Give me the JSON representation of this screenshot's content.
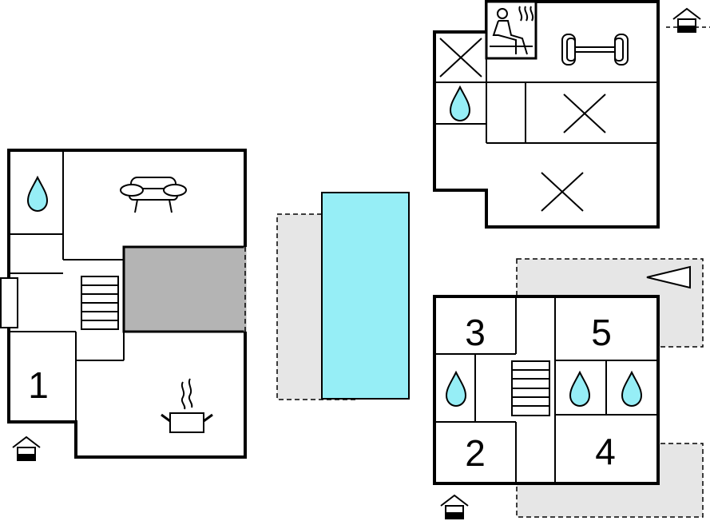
{
  "floor_plan": {
    "room_labels": {
      "room_1": "1",
      "room_2": "2",
      "room_3": "3",
      "room_4": "4",
      "room_5": "5"
    },
    "icons": [
      "entrance-icon",
      "bathroom-drop-icon",
      "sofa-icon",
      "stairs-icon",
      "kitchen-pot-icon",
      "pool-icon",
      "sauna-icon",
      "gym-dumbbell-icon",
      "sun-deck-x-icon"
    ],
    "colors": {
      "pool": "#96eef6",
      "water_drop": "#96eef6",
      "terrace": "#e6e6e6",
      "covered_area": "#b4b4b4",
      "walls": "#000000",
      "background": "#ffffff"
    }
  }
}
